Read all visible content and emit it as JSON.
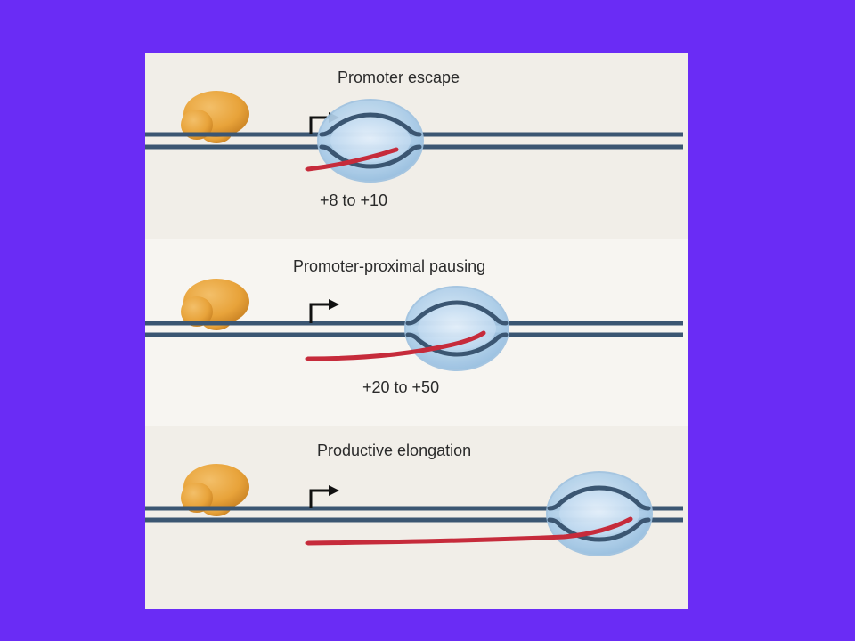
{
  "background_color": "#6a2cf5",
  "colors": {
    "dna": "#3b5672",
    "rna": "#c62b3b",
    "polymerase": "#a8cbe8",
    "factor": "#e8a33a"
  },
  "panels": [
    {
      "title": "Promoter escape",
      "position_label": "+8 to +10"
    },
    {
      "title": "Promoter-proximal pausing",
      "position_label": "+20 to +50"
    },
    {
      "title": "Productive elongation",
      "position_label": ""
    }
  ]
}
